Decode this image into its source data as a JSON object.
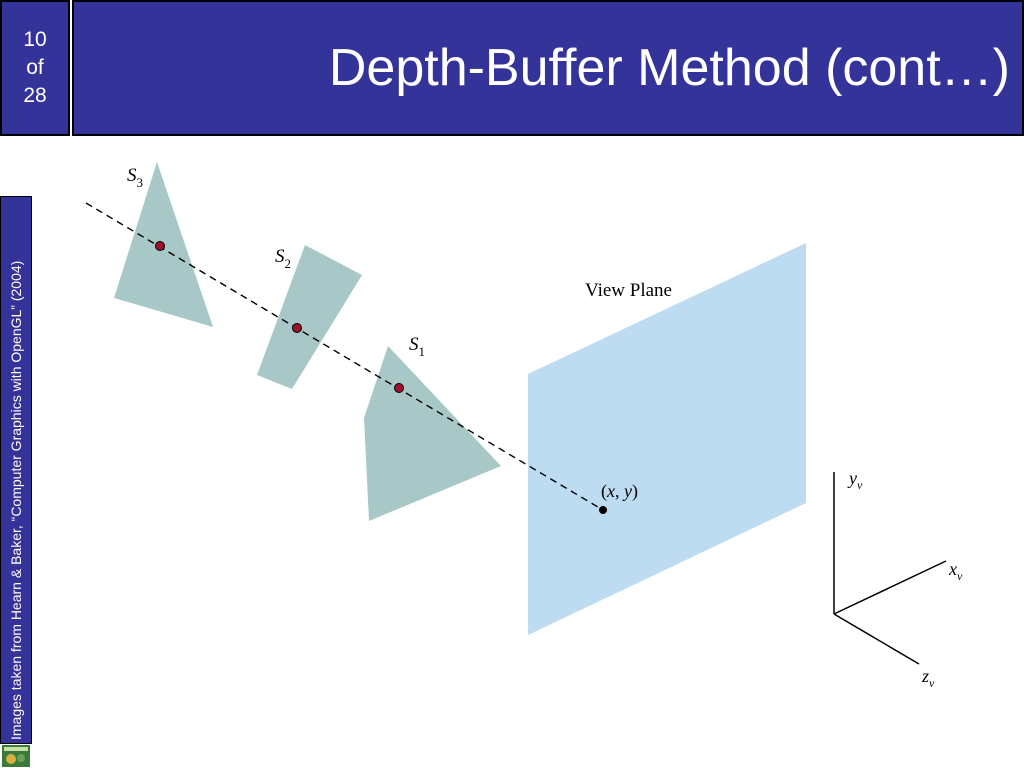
{
  "slide": {
    "page_current": "10",
    "page_of": "of",
    "page_total": "28",
    "title": "Depth-Buffer Method (cont…)",
    "credit": "Images taken from Hearn & Baker, “Computer Graphics with OpenGL” (2004)"
  },
  "diagram": {
    "surface_1_main": "S",
    "surface_1_sub": "1",
    "surface_2_main": "S",
    "surface_2_sub": "2",
    "surface_3_main": "S",
    "surface_3_sub": "3",
    "view_plane": "View Plane",
    "point_open": "(",
    "point_x": "x",
    "point_comma": ", ",
    "point_y": "y",
    "point_close": ")",
    "axis_y_main": "y",
    "axis_y_sub": "v",
    "axis_x_main": "x",
    "axis_x_sub": "v",
    "axis_z_main": "z",
    "axis_z_sub": "v"
  },
  "colors": {
    "header_bg": "#333399",
    "surface_fill": "#a8c8c8",
    "view_plane_fill": "#bddcf2",
    "intersection_point": "#a0102a"
  }
}
